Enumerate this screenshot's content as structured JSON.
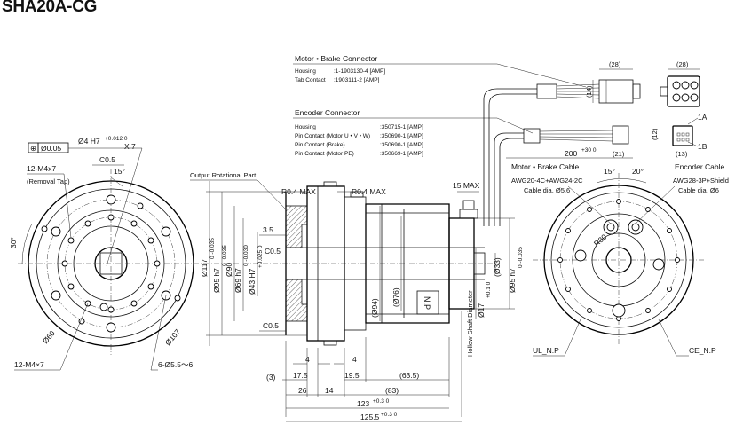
{
  "title": "SHA20A-CG",
  "connectors": {
    "motor_brake": {
      "heading": "Motor • Brake Connector",
      "rows": [
        {
          "label": "Housing",
          "value": ":1-1903130-4 [AMP]"
        },
        {
          "label": "Tab Contact",
          "value": ":1903111-2     [AMP]"
        }
      ]
    },
    "encoder": {
      "heading": "Encoder Connector",
      "rows": [
        {
          "label": "Housing",
          "value": ":350715-1 [AMP]"
        },
        {
          "label": "Pin Contact (Motor U • V • W)",
          "value": ":350690-1 [AMP]"
        },
        {
          "label": "Pin Contact (Brake)",
          "value": ":350690-1 [AMP]"
        },
        {
          "label": "Pin Contact (Motor PE)",
          "value": ":350669-1 [AMP]"
        }
      ]
    },
    "dims": {
      "d28a": "(28)",
      "d28b": "(28)",
      "d14": "(14)",
      "d12": "(12)",
      "d13": "(13)",
      "d1a": "1A",
      "d1b": "1B",
      "d21": "(21)",
      "d200": "200",
      "d200_tol": "+30 0"
    }
  },
  "left_view": {
    "tolerance_frame": [
      "⊕",
      "Ø0.05"
    ],
    "hole_spec": "Ø4 H7",
    "hole_tol": "+0.012 0",
    "x7": "X 7",
    "c05": "C0.5",
    "angle15": "15°",
    "angle30": "30°",
    "tap_label": "12-M4x7",
    "tap_note": "(Removal Tap)",
    "tap_label_bottom": "12-M4×7",
    "holes_label": "6-Ø5.5〜6",
    "dia60": "Ø60",
    "dia107": "Ø107"
  },
  "section_view": {
    "output_part": "Output Rotational Part",
    "r04_left": "R0.4 MAX",
    "r04_right": "R0.4 MAX",
    "max15": "15 MAX",
    "d35": "3.5",
    "c05_top": "C0.5",
    "c05_bottom": "C0.5",
    "dia117": "Ø117",
    "dia117_tol": "0 -0.035",
    "dia95": "Ø95 h7",
    "dia95_tol": "0 -0.035",
    "dia90": "Ø90",
    "dia69": "Ø69 h7",
    "dia69_tol": "0 -0.030",
    "dia43": "Ø43 H7",
    "dia43_tol": "+0.025 0",
    "dia94": "(Ø94)",
    "dia76": "(Ø76)",
    "np": "N.P",
    "hollow": "Hollow Shaft Diameter",
    "dia17": "Ø17",
    "dia17_tol": "+0.1 0",
    "dia33": "(Ø33)",
    "dia95_right": "Ø95 h7",
    "dia95_right_tol": "0 -0.035",
    "d4a": "4",
    "d4b": "4",
    "d3": "(3)",
    "d175": "17.5",
    "d195": "19.5",
    "d635": "(63.5)",
    "d26": "26",
    "d14": "14",
    "d83": "(83)",
    "d123": "123",
    "d123_tol": "+0.3 0",
    "d1255": "125.5",
    "d1255_tol": "+0.3 0"
  },
  "right_view": {
    "motor_cable": "Motor • Brake Cable",
    "motor_cable_spec": "AWG20-4C+AWG24-2C",
    "motor_cable_dia": "Cable dia. Ø5.6",
    "encoder_cable": "Encoder Cable",
    "encoder_cable_spec": "AWG28-3P+Shield",
    "encoder_cable_dia": "Cable dia. Ø6",
    "angle15": "15°",
    "angle20": "20°",
    "r30": "R30",
    "ul_np": "UL_N.P",
    "ce_np": "CE_N.P"
  }
}
